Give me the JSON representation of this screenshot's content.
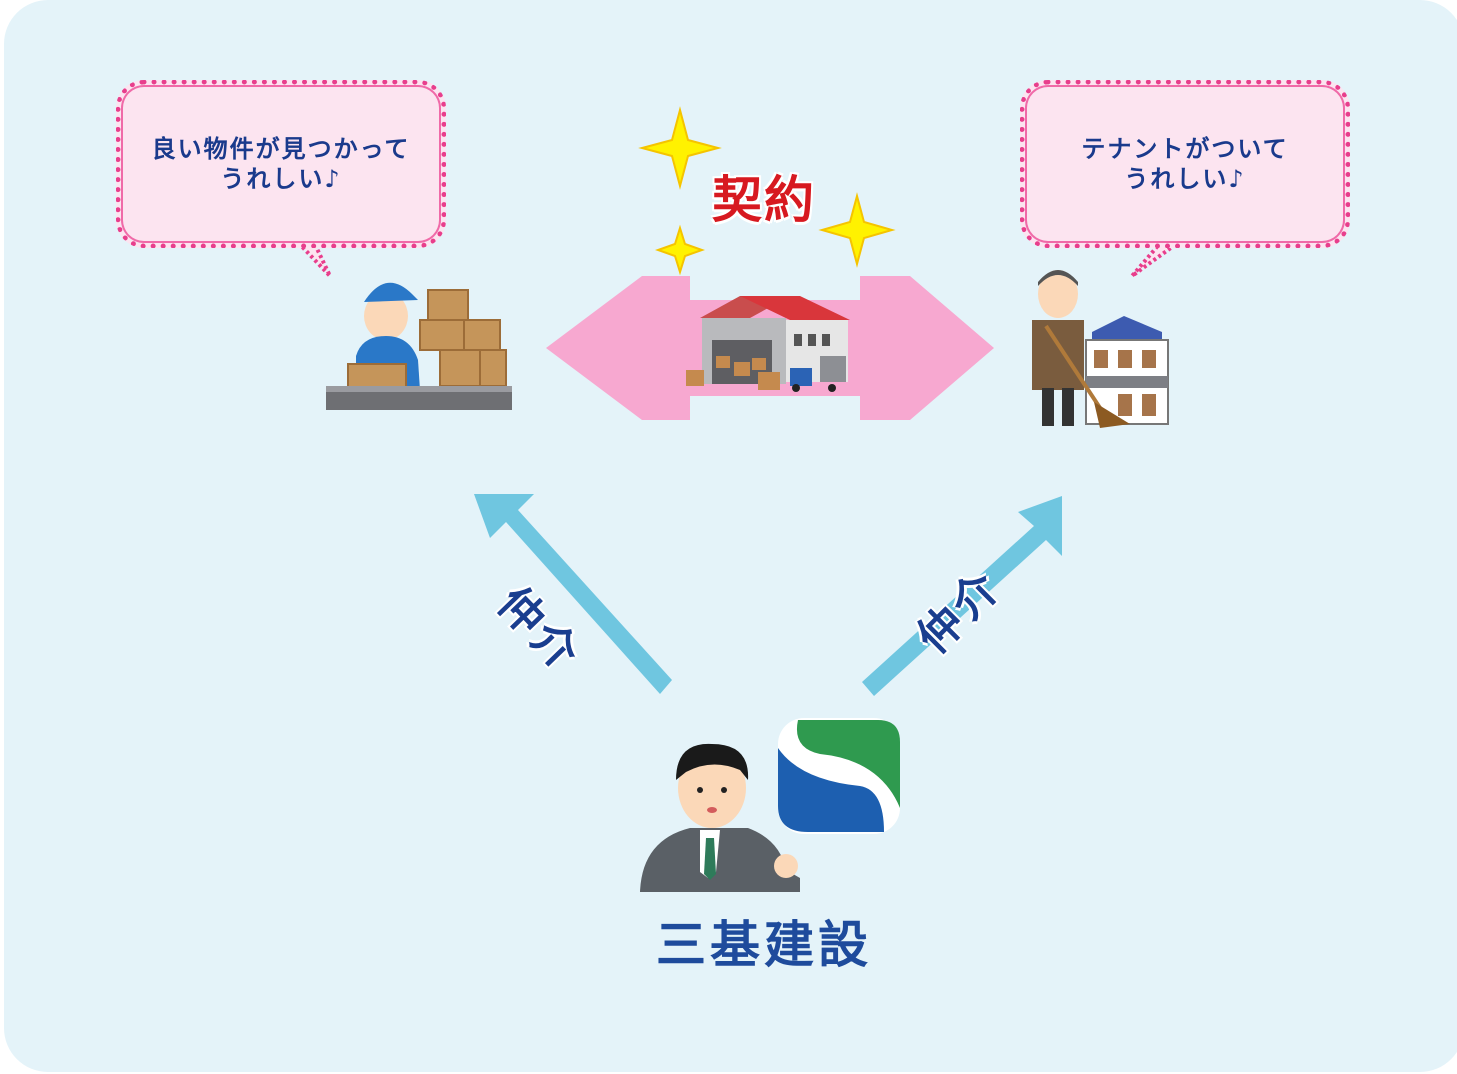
{
  "bubble_left": {
    "line1": "良い物件が見つかって",
    "line2": "うれしい♪"
  },
  "bubble_right": {
    "line1": "テナントがついて",
    "line2": "うれしい♪"
  },
  "contract_label": "契約",
  "mediation_left": "仲介",
  "mediation_right": "仲介",
  "company_name": "三基建設",
  "colors": {
    "background": "#e4f3f9",
    "bubble_fill": "#fce4f0",
    "bubble_border": "#e83e8c",
    "contract_text": "#d71920",
    "arrow_pink": "#f7a8d0",
    "arrow_blue": "#6fc6e0",
    "company_text": "#1e4b9c"
  },
  "icons": [
    "worker-with-boxes-icon",
    "warehouse-icon",
    "landlord-with-broom-icon",
    "businessman-icon",
    "company-logo-icon",
    "sparkle-icon"
  ]
}
